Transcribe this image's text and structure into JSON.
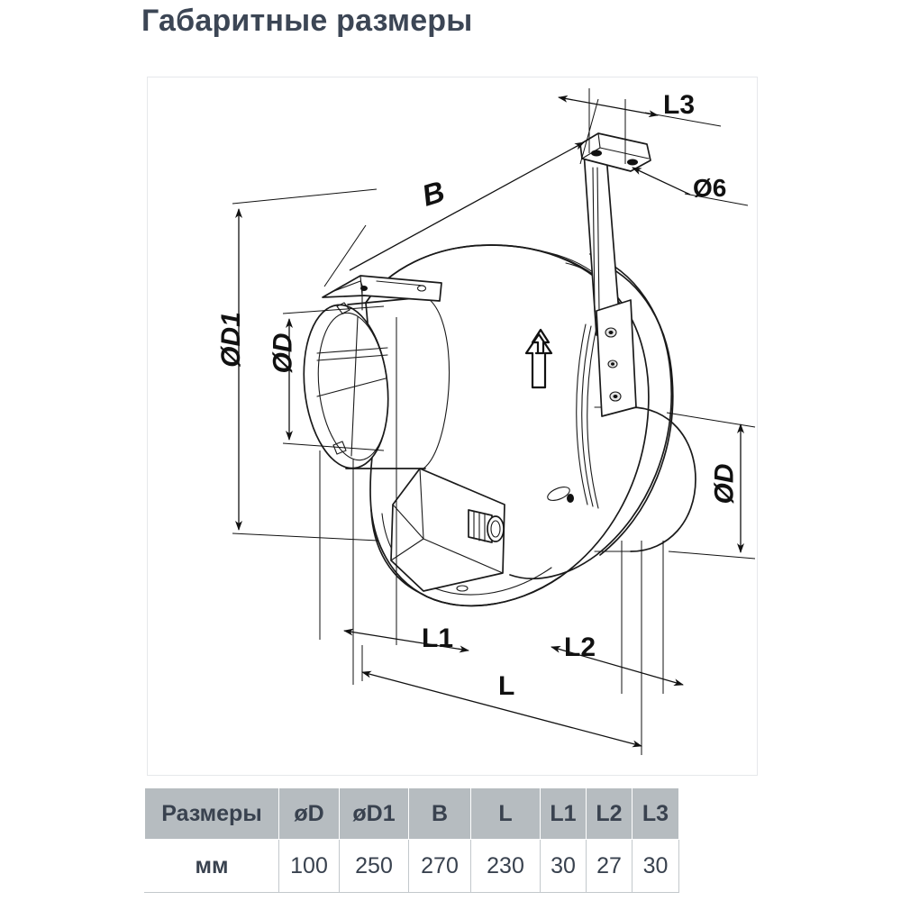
{
  "page": {
    "title": "Габаритные размеры",
    "title_color": "#3c4655"
  },
  "drawing": {
    "name": "centrifugal-duct-fan-isometric-dimension-drawing",
    "labels": {
      "diameter_d1": "ØD1",
      "diameter_d_left": "ØD",
      "diameter_d_right": "ØD",
      "width_b": "B",
      "length_l3": "L3",
      "hole_diameter": "Ø6",
      "length_l1": "L1",
      "length_l2": "L2",
      "length_l": "L"
    },
    "airflow_arrow": "up-arrow-airflow-direction"
  },
  "table": {
    "headers": [
      "Размеры",
      "øD",
      "øD1",
      "B",
      "L",
      "L1",
      "L2",
      "L3"
    ],
    "rows": [
      {
        "label": "мм",
        "values": [
          "100",
          "250",
          "270",
          "230",
          "30",
          "27",
          "30"
        ]
      }
    ],
    "header_bg": "#b6bcc0",
    "text_color": "#39424f"
  },
  "chart_data": {
    "type": "table",
    "title": "Габаритные размеры",
    "categories": [
      "øD",
      "øD1",
      "B",
      "L",
      "L1",
      "L2",
      "L3"
    ],
    "values": [
      100,
      250,
      270,
      230,
      30,
      27,
      30
    ],
    "unit": "мм",
    "extra_callouts": {
      "hole_diameter_mm": 6
    }
  }
}
